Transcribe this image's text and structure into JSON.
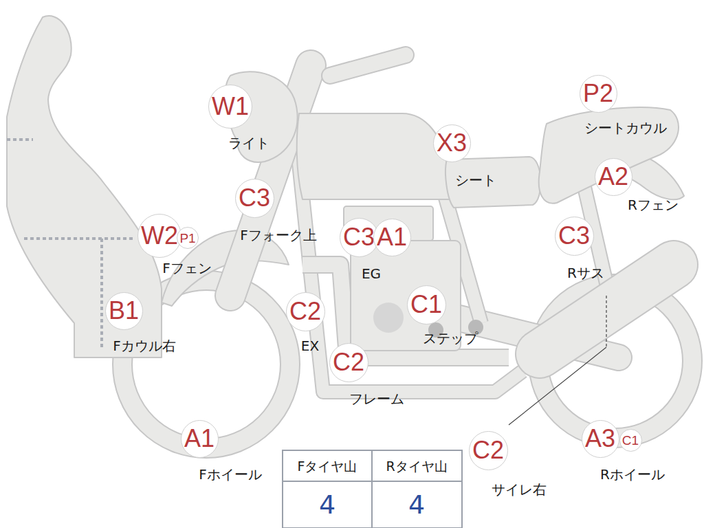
{
  "diagram": {
    "nodes": [
      {
        "text": [
          "P2"
        ]
      },
      {
        "text": [
          "W1"
        ]
      },
      {
        "text": [
          "X3"
        ]
      },
      {
        "text": [
          "A2"
        ]
      },
      {
        "text": [
          "C3"
        ]
      },
      {
        "text": [
          "W2"
        ]
      },
      {
        "text": [
          "P1"
        ]
      },
      {
        "text": [
          "C3"
        ]
      },
      {
        "text": [
          "A1"
        ]
      },
      {
        "text": [
          "C3"
        ]
      },
      {
        "text": [
          "C1"
        ]
      },
      {
        "text": [
          "B1"
        ]
      },
      {
        "text": [
          "C2"
        ]
      },
      {
        "text": [
          "C2"
        ]
      },
      {
        "text": [
          "A1"
        ]
      },
      {
        "text": [
          "A3"
        ]
      },
      {
        "text": [
          "C1"
        ]
      },
      {
        "text": [
          "C2"
        ]
      }
    ],
    "labels": [
      "シートカウル",
      "ライト",
      "シート",
      "Rフェン",
      "Fフォーク上",
      "Fフェン",
      "EG",
      "Rサス",
      "ステップ",
      "Fカウル右",
      "EX",
      "フレーム",
      "Fホイール",
      "Rホイール",
      "サイレ右",
      "Fタイヤ山",
      "Rタイヤ山",
      "4",
      "4"
    ]
  }
}
